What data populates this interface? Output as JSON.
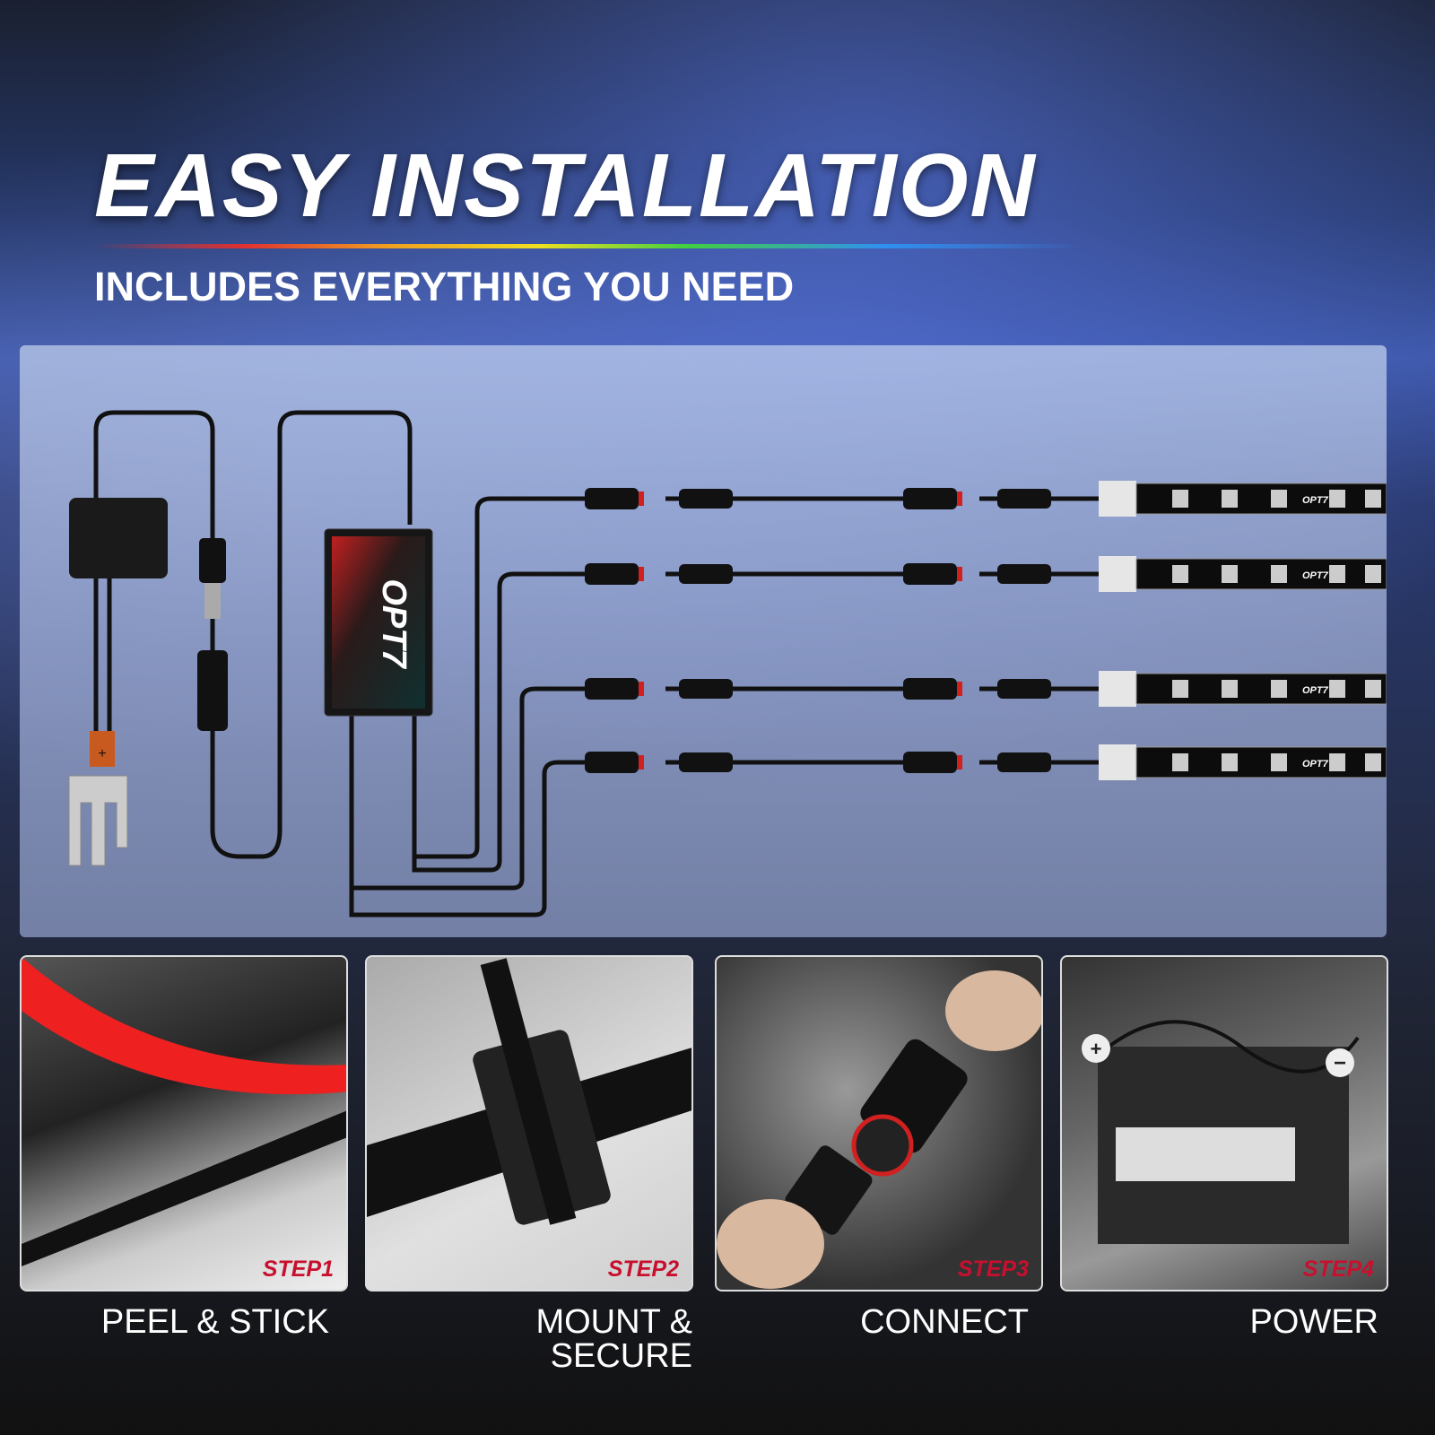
{
  "header": {
    "title": "EASY INSTALLATION",
    "subtitle": "INCLUDES EVERYTHING YOU NEED"
  },
  "diagram": {
    "controller_brand": "OPT7",
    "strip_brand": "OPT7",
    "positive_mark": "+",
    "strip_count": 4
  },
  "steps": [
    {
      "badge": "STEP1",
      "caption": "PEEL & STICK"
    },
    {
      "badge": "STEP2",
      "caption": "MOUNT & SECURE"
    },
    {
      "badge": "STEP3",
      "caption": "CONNECT"
    },
    {
      "badge": "STEP4",
      "caption": "POWER",
      "plus": "+",
      "minus": "−"
    }
  ],
  "colors": {
    "accent_red": "#c8102e",
    "panel": "#b4c2e4"
  }
}
